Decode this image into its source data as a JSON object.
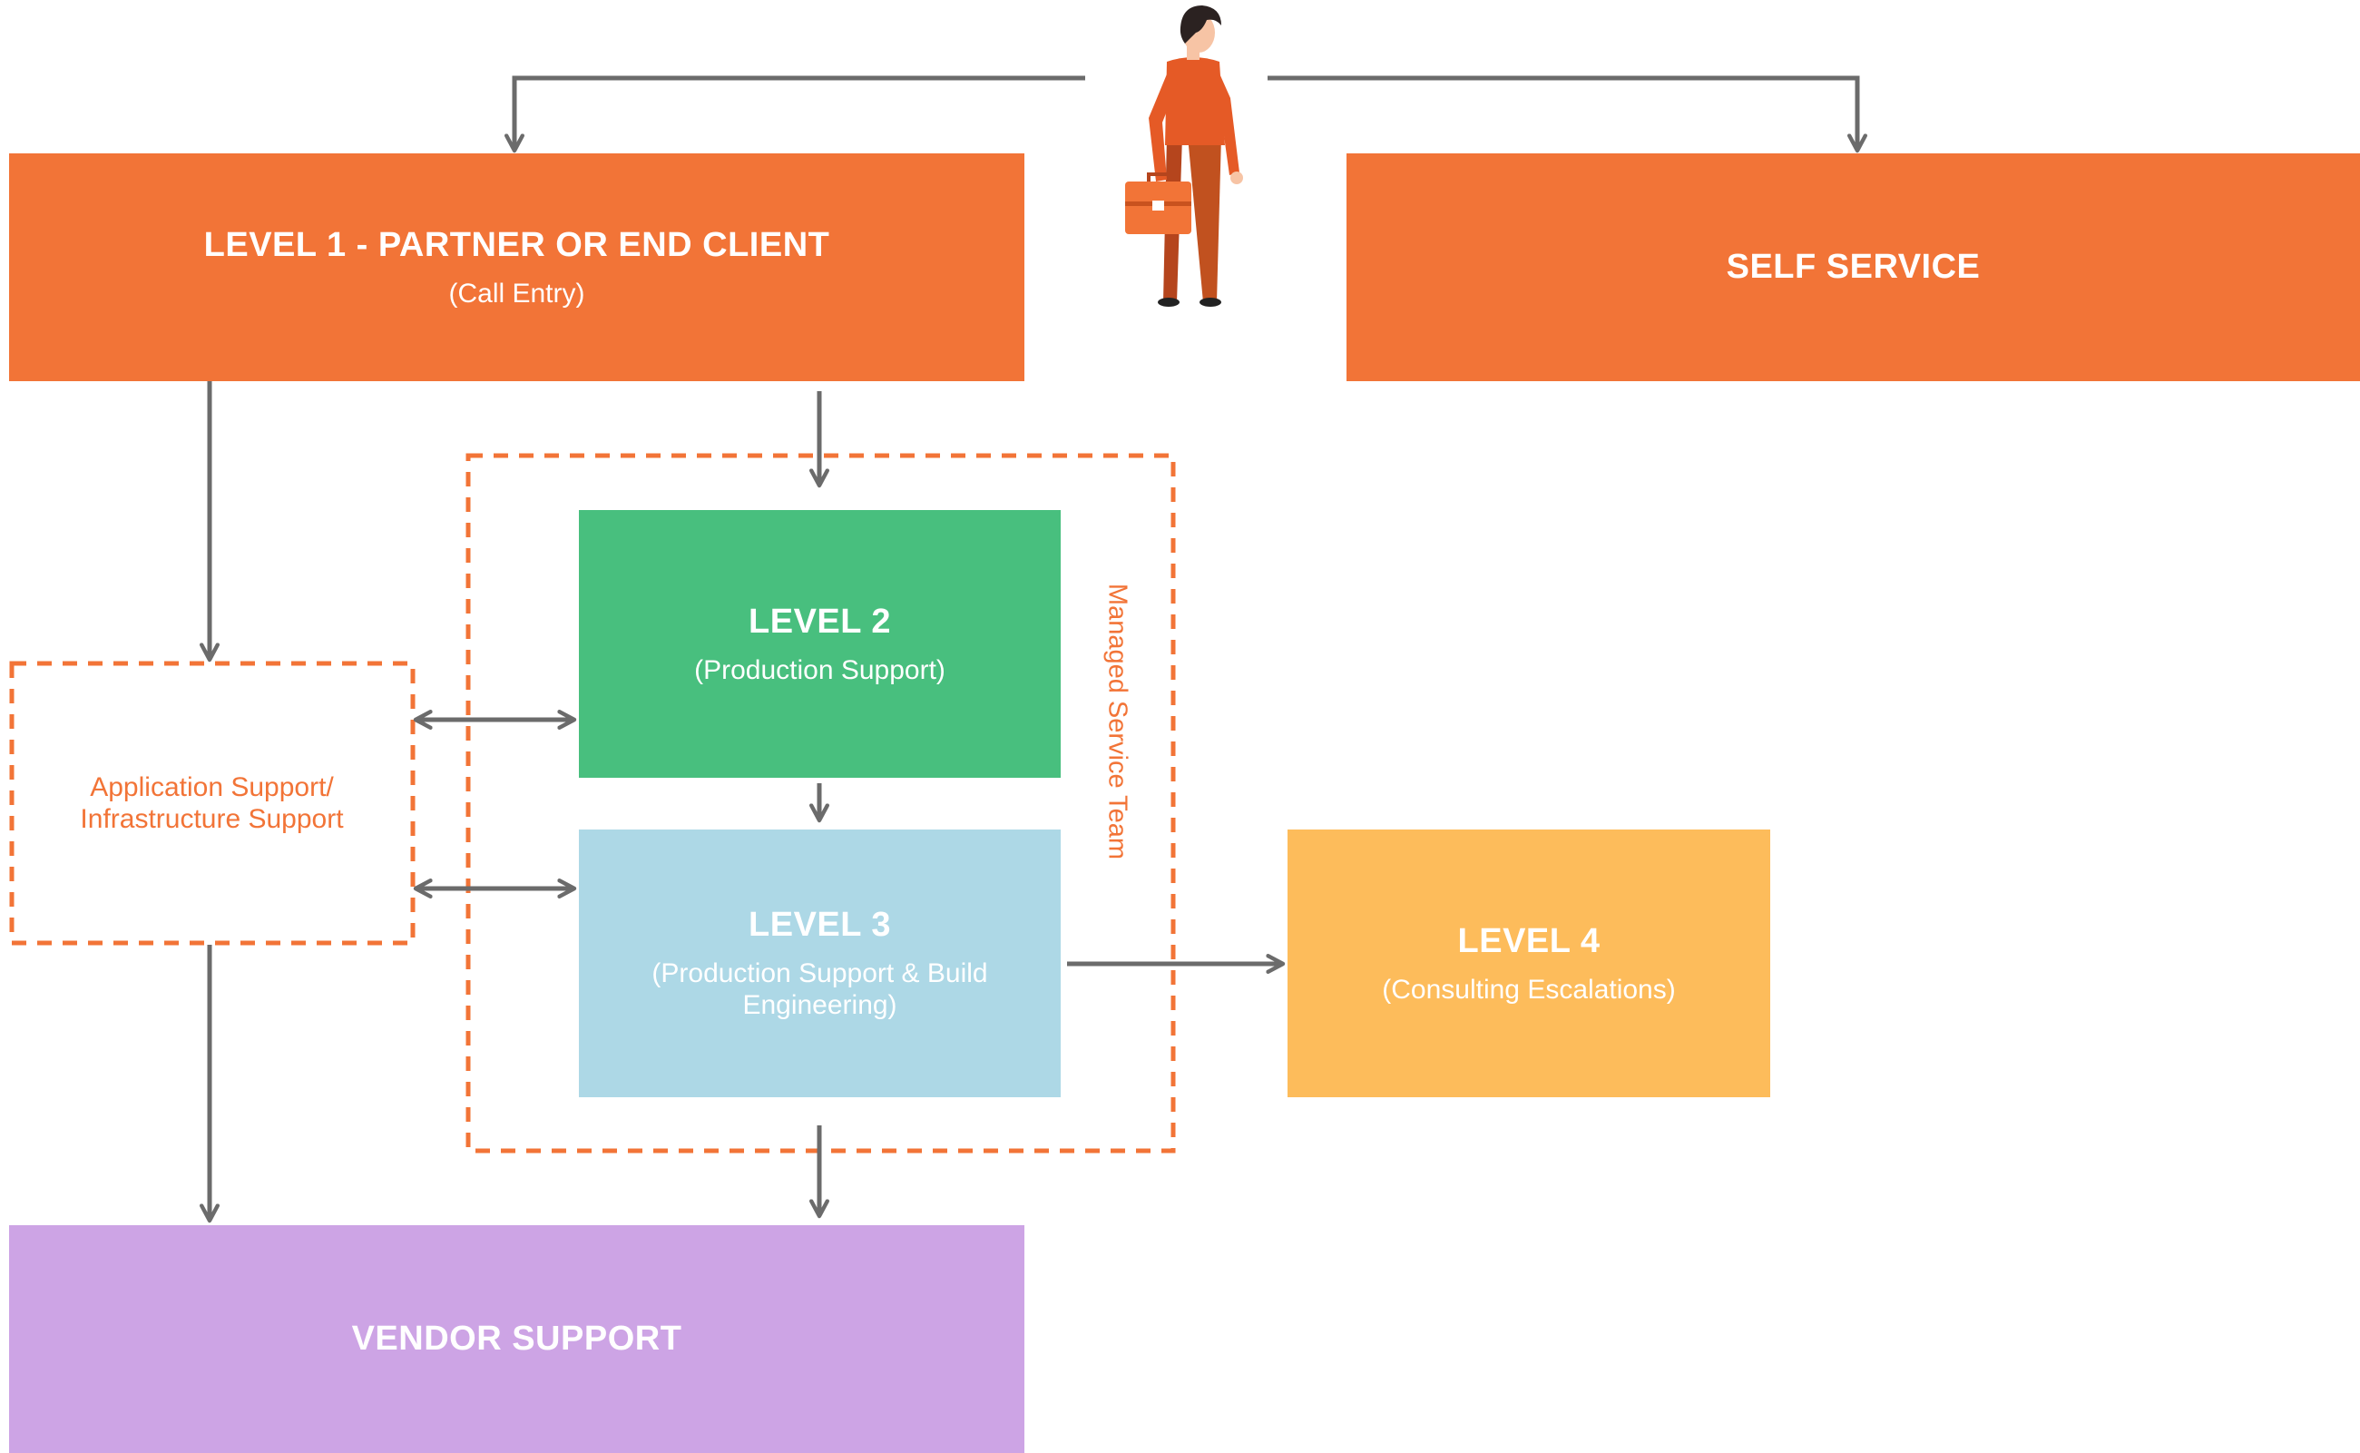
{
  "nodes": {
    "level1": {
      "title": "LEVEL 1 - PARTNER OR END CLIENT",
      "subtitle": "(Call Entry)"
    },
    "self_service": {
      "title": "SELF SERVICE"
    },
    "level2": {
      "title": "LEVEL 2",
      "subtitle": "(Production Support)"
    },
    "level3": {
      "title": "LEVEL 3",
      "subtitle_line1": "(Production Support & Build",
      "subtitle_line2": "Engineering)"
    },
    "level4": {
      "title": "LEVEL 4",
      "subtitle": "(Consulting Escalations)"
    },
    "vendor": {
      "title": "VENDOR SUPPORT"
    },
    "app_support": {
      "line1": "Application Support/",
      "line2": "Infrastructure Support"
    }
  },
  "groups": {
    "managed_service_team": {
      "label": "Managed Service Team"
    }
  },
  "colors": {
    "orange": "#f27437",
    "green": "#48bf7e",
    "light_blue": "#add8e6",
    "amber": "#fdbc5b",
    "purple": "#cda4e5",
    "arrow_gray": "#6b6b6b"
  },
  "icons": {
    "person": "person-with-briefcase-icon"
  }
}
